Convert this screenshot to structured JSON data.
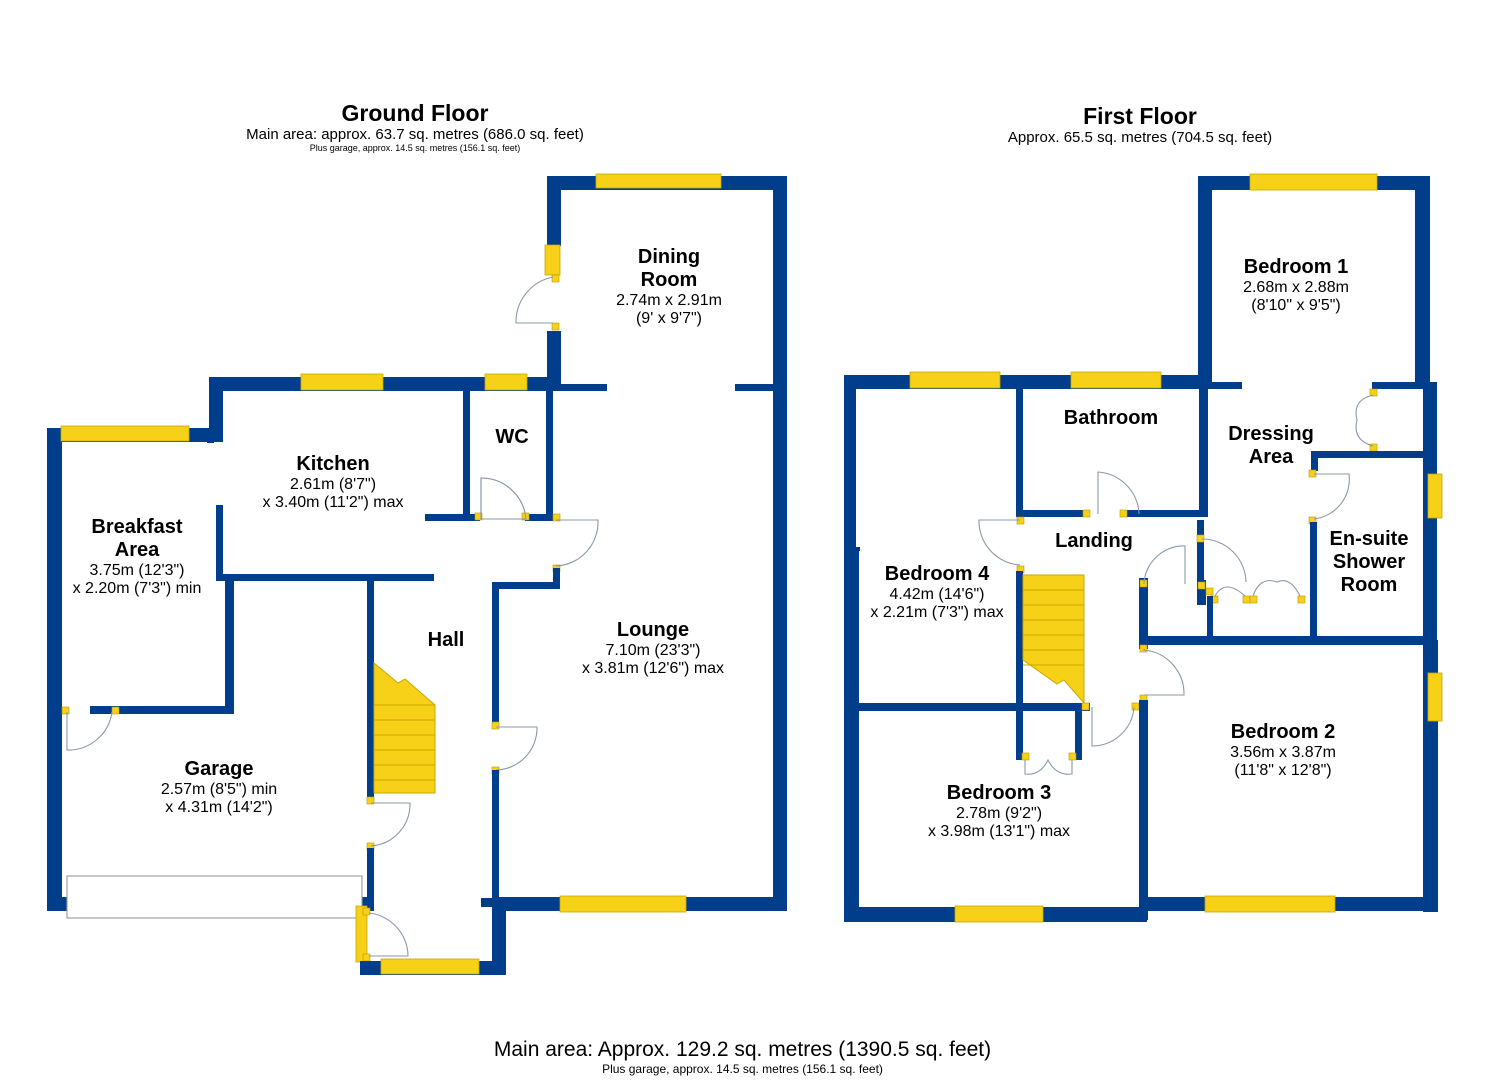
{
  "colors": {
    "wall": "#003d8a",
    "window": "#f7d117",
    "door_line": "#8a9aaa",
    "text": "#000000",
    "background": "#ffffff"
  },
  "ground_floor": {
    "title": "Ground Floor",
    "area": "Main area: approx. 63.7 sq. metres (686.0 sq. feet)",
    "garage_area": "Plus garage, approx. 14.5 sq. metres (156.1 sq. feet)",
    "rooms": [
      {
        "name": "Dining Room",
        "lines": [
          "Dining",
          "Room"
        ],
        "dims": [
          "2.74m x 2.91m",
          "(9' x 9'7\")"
        ]
      },
      {
        "name": "Kitchen",
        "lines": [
          "Kitchen"
        ],
        "dims": [
          "2.61m (8'7\")",
          "x 3.40m (11'2\") max"
        ]
      },
      {
        "name": "WC",
        "lines": [
          "WC"
        ],
        "dims": []
      },
      {
        "name": "Breakfast Area",
        "lines": [
          "Breakfast",
          "Area"
        ],
        "dims": [
          "3.75m (12'3\")",
          "x 2.20m (7'3\") min"
        ]
      },
      {
        "name": "Hall",
        "lines": [
          "Hall"
        ],
        "dims": []
      },
      {
        "name": "Lounge",
        "lines": [
          "Lounge"
        ],
        "dims": [
          "7.10m (23'3\")",
          "x 3.81m (12'6\") max"
        ]
      },
      {
        "name": "Garage",
        "lines": [
          "Garage"
        ],
        "dims": [
          "2.57m (8'5\") min",
          "x 4.31m (14'2\")"
        ]
      }
    ]
  },
  "first_floor": {
    "title": "First Floor",
    "area": "Approx. 65.5 sq. metres (704.5 sq. feet)",
    "rooms": [
      {
        "name": "Bedroom 1",
        "lines": [
          "Bedroom 1"
        ],
        "dims": [
          "2.68m x 2.88m",
          "(8'10\" x 9'5\")"
        ]
      },
      {
        "name": "Bathroom",
        "lines": [
          "Bathroom"
        ],
        "dims": []
      },
      {
        "name": "Dressing Area",
        "lines": [
          "Dressing",
          "Area"
        ],
        "dims": []
      },
      {
        "name": "Landing",
        "lines": [
          "Landing"
        ],
        "dims": []
      },
      {
        "name": "En-suite Shower Room",
        "lines": [
          "En-suite",
          "Shower",
          "Room"
        ],
        "dims": []
      },
      {
        "name": "Bedroom 4",
        "lines": [
          "Bedroom 4"
        ],
        "dims": [
          "4.42m (14'6\")",
          "x 2.21m (7'3\") max"
        ]
      },
      {
        "name": "Bedroom 3",
        "lines": [
          "Bedroom 3"
        ],
        "dims": [
          "2.78m (9'2\")",
          "x 3.98m (13'1\") max"
        ]
      },
      {
        "name": "Bedroom 2",
        "lines": [
          "Bedroom 2"
        ],
        "dims": [
          "3.56m x 3.87m",
          "(11'8\" x 12'8\")"
        ]
      }
    ]
  },
  "footer": {
    "main": "Main area: Approx. 129.2 sq. metres (1390.5 sq. feet)",
    "garage": "Plus garage, approx. 14.5 sq. metres (156.1 sq. feet)"
  }
}
